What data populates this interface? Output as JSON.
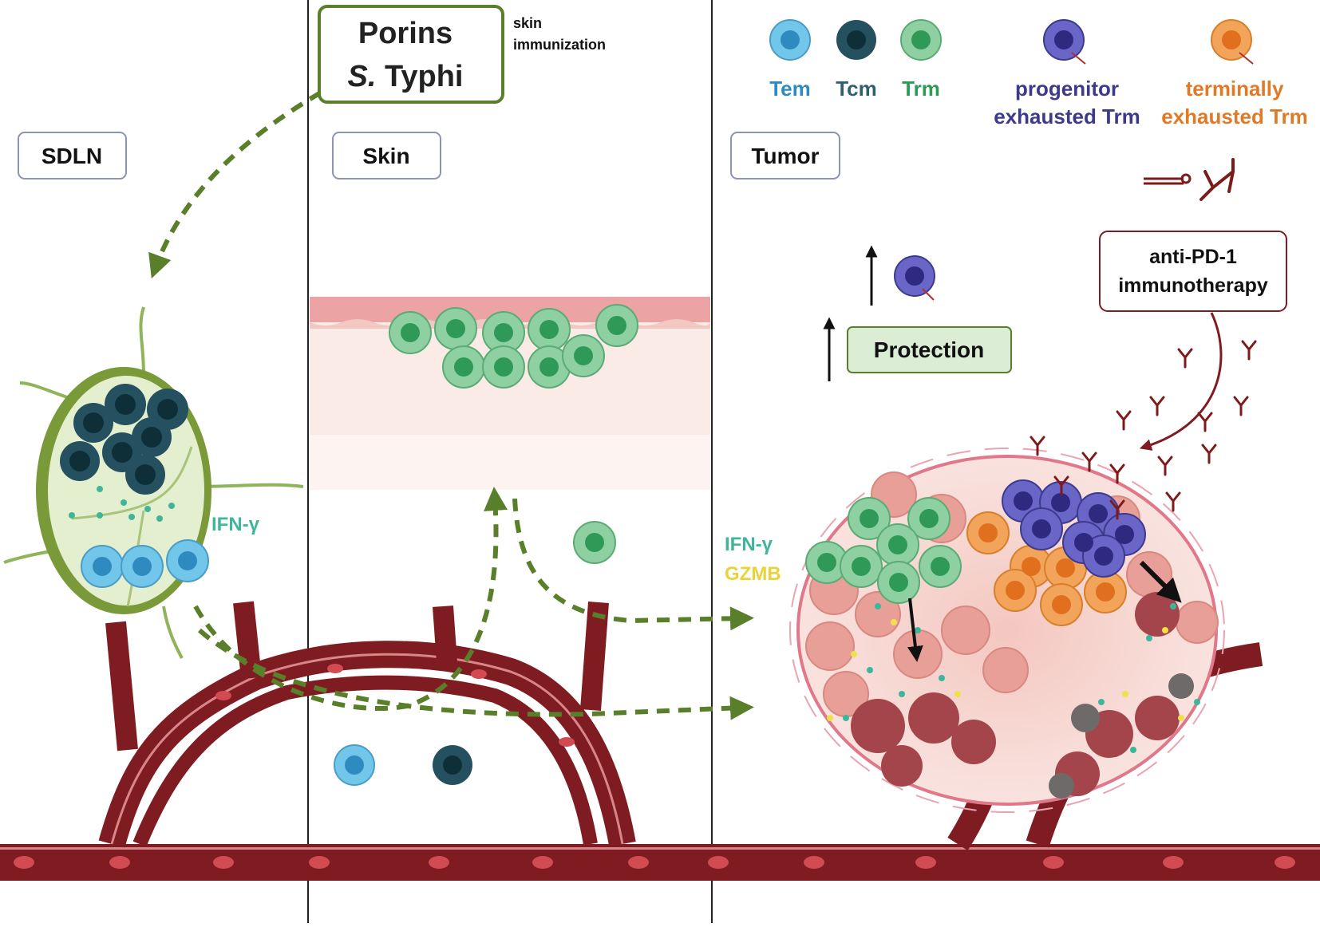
{
  "vaccine": {
    "line1": "Porins",
    "line2_italic": "S.",
    "line2_rest": "Typhi",
    "route_line1": "skin",
    "route_line2": "immunization"
  },
  "compartments": {
    "sdln": "SDLN",
    "skin": "Skin",
    "tumor": "Tumor"
  },
  "legend": {
    "tem": "Tem",
    "tcm": "Tcm",
    "trm": "Trm",
    "progenitor_line1": "progenitor",
    "progenitor_line2": "exhausted Trm",
    "terminal_line1": "terminally",
    "terminal_line2": "exhausted Trm"
  },
  "labels": {
    "ifng_ln": "IFN-γ",
    "ifng_tumor": "IFN-γ",
    "gzmb": "GZMB",
    "protection": "Protection",
    "therapy_line1": "anti-PD-1",
    "therapy_line2": "immunotherapy"
  },
  "colors": {
    "tem": "#5fb8e0",
    "tcm": "#24505f",
    "trm": "#3e9d62",
    "progenitor": "#4a45a8",
    "terminal": "#ec8a2d",
    "arrow_green": "#5a7f2a",
    "vessel": "#7e1c22",
    "antibody": "#7d1a1a"
  }
}
